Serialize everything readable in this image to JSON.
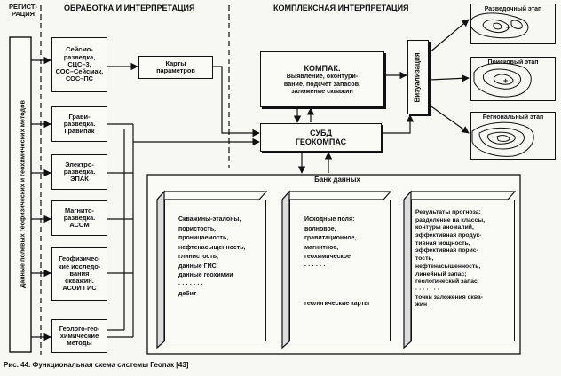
{
  "headers": {
    "registration": "РЕГИСТ-\nРАЦИЯ",
    "processing": "ОБРАБОТКА И ИНТЕРПРЕТАЦИЯ",
    "complex": "КОМПЛЕКСНАЯ ИНТЕРПРЕТАЦИЯ"
  },
  "left_label": "Данные полевых геофизических и геохимических методов",
  "methods": [
    "Сейсмо-\nразведка,\nСЦС–3,\nСОС–Сейсмак,\nСОС–ПС",
    "Грави-\nразведка.\nГравипак",
    "Электро-\nразведка.\nЭПАК",
    "Магнито-\nразведка.\nАСОМ",
    "Геофизичес-\nкие исследо-\nвания\nскважин.\nАСОИ ГИС",
    "Геолого-гео-\nхимические\nметоды"
  ],
  "param_maps": "Карты\nпараметров",
  "kompak": {
    "title": "КОМПАК.",
    "desc": "Выявление, оконтури-\nвание, подсчет запасов,\nзаложение скважин"
  },
  "subd": "СУБД\nГЕОКОМПАС",
  "visualization": "Визуализация",
  "stages": [
    "Разведочный этап",
    "Поисковый этап",
    "Региональный этап"
  ],
  "databank": {
    "title": "Банк данных",
    "book1": "Скважины-эталоны,\nпористость,\nпроницаемость,\nнефтенасыщенность,\nглинистость,\nданные ГИС,\nданные геохимии\n· · · · · · ·\nдебит",
    "book2": "Исходные поля:\nволновое,\nгравитационное,\nмагнитное,\nгеохимическое\n· · · · · · ·\n\n\n\nгеологические карты",
    "book3": "Результаты прогноза:\nразделение на классы,\nконтуры аномалий,\nэффективная продук-\nтивная мощность,\nэффективная порис-\nтость,\nнефтенасыщенность,\nлинейный запас;\nгеологический запас\n· · · · · · ·\nточки заложения сква-\nжин"
  },
  "caption": "Рис. 44. Функциональная схема системы Геопак [43]"
}
